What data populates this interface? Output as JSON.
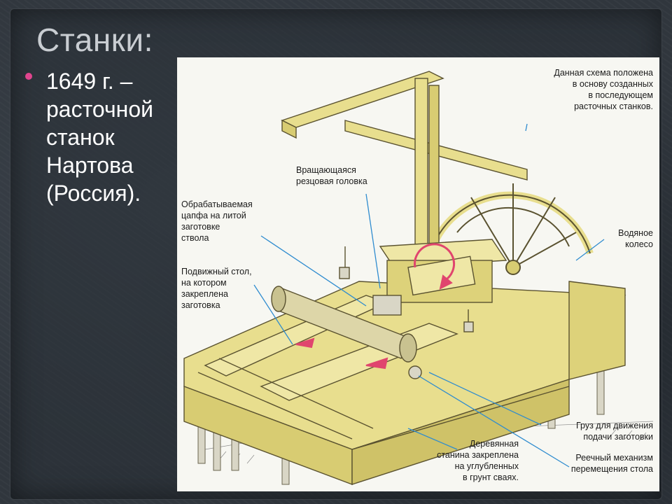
{
  "slide": {
    "title": "Станки:",
    "bullet_lines": [
      "1649 г. –",
      "расточной",
      "станок",
      "Нартова",
      "(Россия)."
    ],
    "accent_color": "#e0458e"
  },
  "figure": {
    "labels": {
      "scheme_note": [
        "Данная схема положена",
        "в основу созданных",
        "в последующем",
        "расточных станков."
      ],
      "rotating_head": [
        "Вращающаяся",
        "резцовая головка"
      ],
      "workpiece_trunnion": [
        "Обрабатываемая",
        "цапфа на литой",
        "заготовке",
        "ствола"
      ],
      "movable_table": [
        "Подвижный стол,",
        "на котором",
        "закреплена",
        "заготовка"
      ],
      "water_wheel": [
        "Водяное",
        "колесо"
      ],
      "load": [
        "Груз для движения",
        "подачи заготовки"
      ],
      "wooden_frame": [
        "Деревянная",
        "станина закреплена",
        "на углубленных",
        "в грунт сваях."
      ],
      "rack_mechanism": [
        "Реечный механизм",
        "перемещения стола"
      ]
    },
    "wood_color": "#e8de8e",
    "label_line_color": "#2f8ccf",
    "arrow_color": "#e0456e"
  }
}
